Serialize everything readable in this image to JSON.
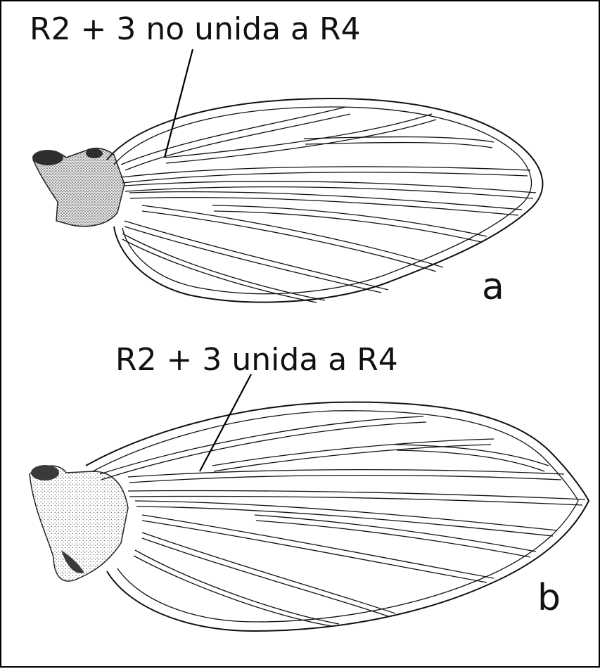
{
  "figure": {
    "panel_a": {
      "annotation": "R2 + 3 no unida a R4",
      "letter": "a"
    },
    "panel_b": {
      "annotation": "R2 + 3 unida a R4",
      "letter": "b"
    },
    "colors": {
      "ink": "#111111",
      "stipple": "#6b6b6b",
      "frame": "#000000"
    }
  }
}
